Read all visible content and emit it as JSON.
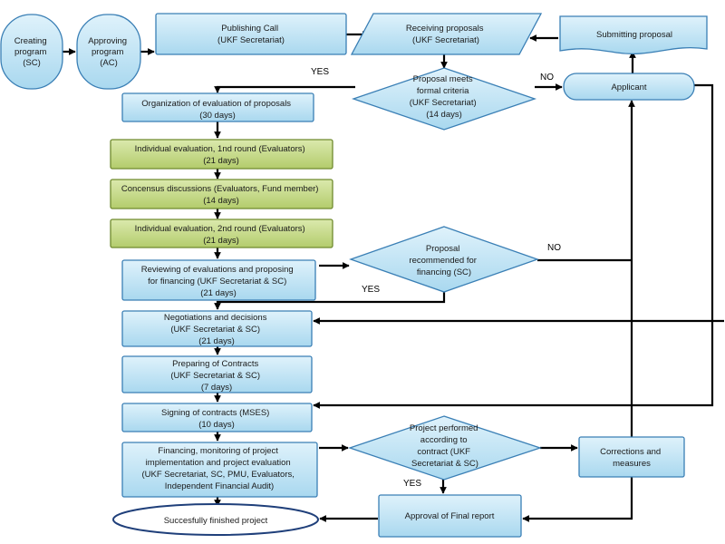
{
  "colors": {
    "blue_fill": "#c6e7f7",
    "blue_stroke": "#3a7fb5",
    "green_fill": "#c8dc8c",
    "green_stroke": "#6f8a2e",
    "connector": "#000000",
    "ellipse_stroke": "#1f3f7a"
  },
  "nodes": {
    "creating_program": [
      "Creating",
      "program",
      "(SC)"
    ],
    "approving_program": [
      "Approving",
      "program",
      "(AC)"
    ],
    "publishing_call": [
      "Publishing Call",
      "(UKF Secretariat)"
    ],
    "receiving_proposals": [
      "Receiving proposals",
      "(UKF Secretariat)"
    ],
    "submitting_proposal": [
      "Submitting proposal"
    ],
    "formal_criteria": [
      "Proposal meets",
      "formal criteria",
      "(UKF Secretariat)",
      "(14 days)"
    ],
    "applicant": [
      "Applicant"
    ],
    "organization": [
      "Organization of evaluation of proposals",
      "(30 days)"
    ],
    "eval_round1": [
      "Individual evaluation, 1nd round (Evaluators)",
      "(21 days)"
    ],
    "concensus": [
      "Concensus discussions (Evaluators, Fund member)",
      "(14 days)"
    ],
    "eval_round2": [
      "Individual evaluation, 2nd round (Evaluators)",
      "(21 days)"
    ],
    "reviewing": [
      "Reviewing of evaluations and proposing",
      "for financing (UKF Secretariat & SC)",
      "(21 days)"
    ],
    "recommended": [
      "Proposal",
      "recommended for",
      "financing (SC)"
    ],
    "negotiations": [
      "Negotiations and decisions",
      "(UKF Secretariat & SC)",
      "(21 days)"
    ],
    "preparing": [
      "Preparing of Contracts",
      "(UKF Secretariat & SC)",
      "(7 days)"
    ],
    "signing": [
      "Signing of contracts (MSES)",
      "(10 days)"
    ],
    "financing": [
      "Financing, monitoring of project",
      "implementation and project evaluation",
      "(UKF Secretariat, SC, PMU, Evaluators,",
      "Independent Financial Audit)"
    ],
    "performed": [
      "Project performed",
      "according to",
      "contract (UKF",
      "Secretariat & SC)"
    ],
    "corrections": [
      "Corrections and",
      "measures"
    ],
    "final_report": [
      "Approval of Final report"
    ],
    "finished": [
      "Succesfully finished project"
    ]
  },
  "edge_labels": {
    "yes_formal": "YES",
    "no_formal": "NO",
    "no_recommended": "NO",
    "yes_recommended": "YES",
    "yes_performed": "YES"
  }
}
